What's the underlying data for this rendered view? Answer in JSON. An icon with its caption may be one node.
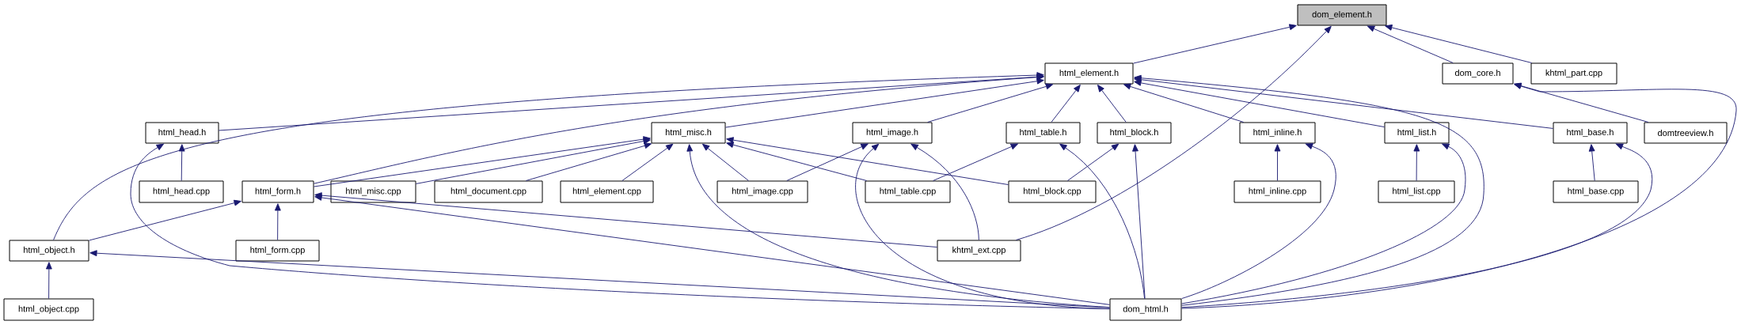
{
  "diagram": {
    "nodes": [
      {
        "text": [
          "dom_element.h"
        ]
      },
      {
        "text": [
          "html_element.h"
        ]
      },
      {
        "text": [
          "dom_core.h"
        ]
      },
      {
        "text": [
          "khtml_part.cpp"
        ]
      },
      {
        "text": [
          "html_head.h"
        ]
      },
      {
        "text": [
          "html_misc.h"
        ]
      },
      {
        "text": [
          "html_image.h"
        ]
      },
      {
        "text": [
          "html_table.h"
        ]
      },
      {
        "text": [
          "html_block.h"
        ]
      },
      {
        "text": [
          "html_inline.h"
        ]
      },
      {
        "text": [
          "html_list.h"
        ]
      },
      {
        "text": [
          "html_base.h"
        ]
      },
      {
        "text": [
          "domtreeview.h"
        ]
      },
      {
        "text": [
          "html_head.cpp"
        ]
      },
      {
        "text": [
          "html_form.h"
        ]
      },
      {
        "text": [
          "html_misc.cpp"
        ]
      },
      {
        "text": [
          "html_document.cpp"
        ]
      },
      {
        "text": [
          "html_element.cpp"
        ]
      },
      {
        "text": [
          "html_image.cpp"
        ]
      },
      {
        "text": [
          "html_table.cpp"
        ]
      },
      {
        "text": [
          "html_block.cpp"
        ]
      },
      {
        "text": [
          "html_inline.cpp"
        ]
      },
      {
        "text": [
          "html_list.cpp"
        ]
      },
      {
        "text": [
          "html_base.cpp"
        ]
      },
      {
        "text": [
          "html_object.h"
        ]
      },
      {
        "text": [
          "html_form.cpp"
        ]
      },
      {
        "text": [
          "khtml_ext.cpp"
        ]
      },
      {
        "text": [
          "html_object.cpp"
        ]
      },
      {
        "text": [
          "dom_html.h"
        ]
      }
    ],
    "edges": [
      {
        "from": 1,
        "to": 0,
        "arrow": "to"
      },
      {
        "from": 2,
        "to": 0,
        "arrow": "to"
      },
      {
        "from": 3,
        "to": 0,
        "arrow": "to"
      },
      {
        "from": 26,
        "to": 0,
        "arrow": "to"
      },
      {
        "from": 4,
        "to": 1,
        "arrow": "to"
      },
      {
        "from": 5,
        "to": 1,
        "arrow": "to"
      },
      {
        "from": 6,
        "to": 1,
        "arrow": "to"
      },
      {
        "from": 7,
        "to": 1,
        "arrow": "to"
      },
      {
        "from": 8,
        "to": 1,
        "arrow": "to"
      },
      {
        "from": 9,
        "to": 1,
        "arrow": "to"
      },
      {
        "from": 10,
        "to": 1,
        "arrow": "to"
      },
      {
        "from": 11,
        "to": 1,
        "arrow": "to"
      },
      {
        "from": 14,
        "to": 1,
        "arrow": "to"
      },
      {
        "from": 24,
        "to": 1,
        "arrow": "to"
      },
      {
        "from": 28,
        "to": 1,
        "arrow": "to"
      },
      {
        "from": 12,
        "to": 2,
        "arrow": "to"
      },
      {
        "from": 28,
        "to": 2,
        "arrow": "to"
      },
      {
        "from": 13,
        "to": 4,
        "arrow": "to"
      },
      {
        "from": 28,
        "to": 4,
        "arrow": "to"
      },
      {
        "from": 14,
        "to": 5,
        "arrow": "to"
      },
      {
        "from": 15,
        "to": 5,
        "arrow": "to"
      },
      {
        "from": 16,
        "to": 5,
        "arrow": "to"
      },
      {
        "from": 17,
        "to": 5,
        "arrow": "to"
      },
      {
        "from": 18,
        "to": 5,
        "arrow": "to"
      },
      {
        "from": 19,
        "to": 5,
        "arrow": "to"
      },
      {
        "from": 20,
        "to": 5,
        "arrow": "to"
      },
      {
        "from": 28,
        "to": 5,
        "arrow": "to"
      },
      {
        "from": 18,
        "to": 6,
        "arrow": "to"
      },
      {
        "from": 26,
        "to": 6,
        "arrow": "to"
      },
      {
        "from": 28,
        "to": 6,
        "arrow": "to"
      },
      {
        "from": 19,
        "to": 7,
        "arrow": "to"
      },
      {
        "from": 28,
        "to": 7,
        "arrow": "to"
      },
      {
        "from": 20,
        "to": 8,
        "arrow": "to"
      },
      {
        "from": 28,
        "to": 8,
        "arrow": "to"
      },
      {
        "from": 21,
        "to": 9,
        "arrow": "to"
      },
      {
        "from": 28,
        "to": 9,
        "arrow": "to"
      },
      {
        "from": 22,
        "to": 10,
        "arrow": "to"
      },
      {
        "from": 28,
        "to": 10,
        "arrow": "to"
      },
      {
        "from": 23,
        "to": 11,
        "arrow": "to"
      },
      {
        "from": 28,
        "to": 11,
        "arrow": "to"
      },
      {
        "from": 24,
        "to": 14,
        "arrow": "to"
      },
      {
        "from": 25,
        "to": 14,
        "arrow": "to"
      },
      {
        "from": 26,
        "to": 14,
        "arrow": "to"
      },
      {
        "from": 28,
        "to": 14,
        "arrow": "to"
      },
      {
        "from": 27,
        "to": 24,
        "arrow": "to"
      },
      {
        "from": 28,
        "to": 24,
        "arrow": "to"
      }
    ]
  }
}
